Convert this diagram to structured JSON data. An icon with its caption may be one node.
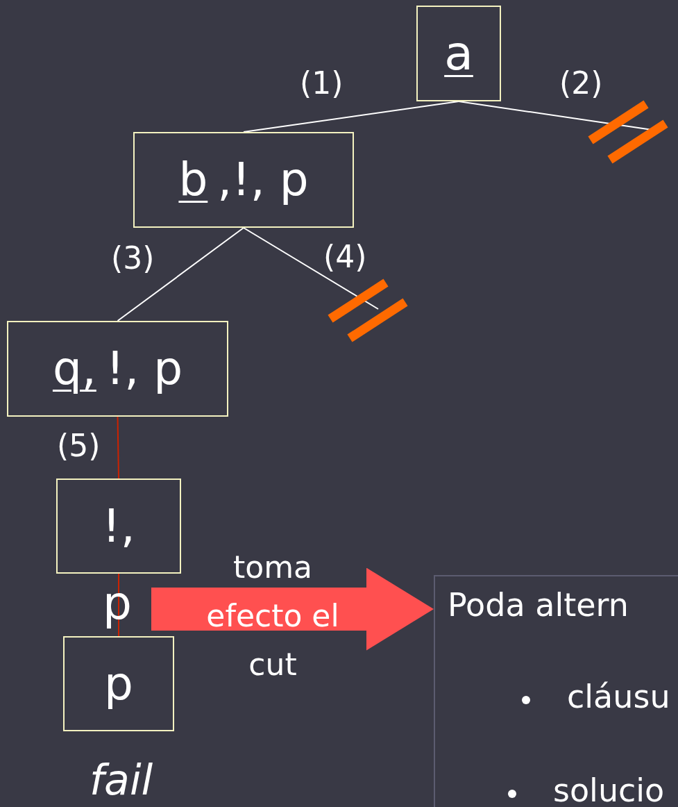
{
  "diagram": {
    "nodes": [
      {
        "text": [
          "a"
        ]
      },
      {
        "text": [
          "b",
          ",!, p"
        ]
      },
      {
        "text": [
          "q,",
          "!, p"
        ]
      },
      {
        "text": [
          "!,"
        ]
      },
      {
        "text": [
          "p"
        ],
        "beside": [
          "fail"
        ]
      },
      {
        "text": [
          "Poda altern",
          "cláusu",
          "solucio"
        ]
      }
    ],
    "edges": [
      {
        "from": 0,
        "to": 1,
        "arrow": "none",
        "label": "(1)"
      },
      {
        "from": 0,
        "to": null,
        "arrow": "none",
        "label": "(2)"
      },
      {
        "from": 1,
        "to": 2,
        "arrow": "none",
        "label": "(3)"
      },
      {
        "from": 1,
        "to": null,
        "arrow": "none",
        "label": "(4)"
      },
      {
        "from": 2,
        "to": 3,
        "arrow": "none",
        "label": "(5)",
        "color": "#cc2200"
      },
      {
        "from": 3,
        "to": 4,
        "arrow": "none",
        "color": "#cc2200"
      },
      {
        "from": null,
        "to": 5,
        "arrow": "to",
        "label": "toma efecto el cut",
        "style": "thick",
        "color": "#ff5050"
      }
    ],
    "labels": [
      "p"
    ]
  }
}
